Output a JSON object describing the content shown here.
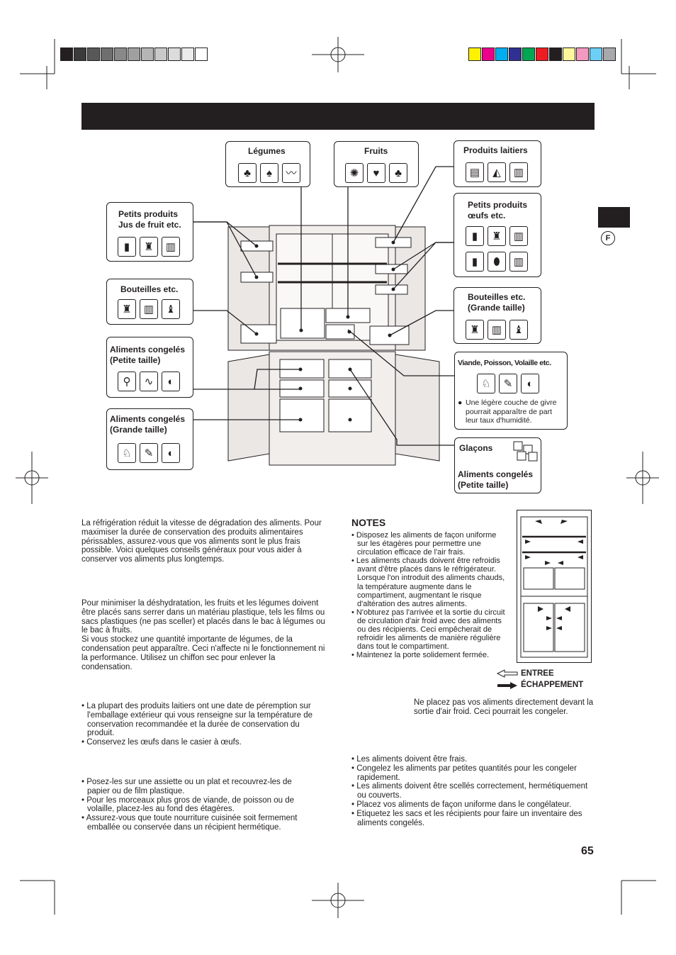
{
  "header": {
    "tab_letter": "F",
    "page_number": "65"
  },
  "colors": {
    "gray_swatches": [
      "#231f20",
      "#3b3b3b",
      "#585858",
      "#6f6f6f",
      "#898989",
      "#a0a0a0",
      "#b5b5b5",
      "#c9c9c9",
      "#dcdcdc",
      "#ebebeb",
      "#ffffff"
    ],
    "color_swatches": [
      "#fff200",
      "#ec008c",
      "#00aeef",
      "#2e3192",
      "#00a651",
      "#ed1c24",
      "#231f20",
      "#fff799",
      "#f49ac1",
      "#6dcff6",
      "#a7a9ac"
    ]
  },
  "labels": {
    "legumes": "Légumes",
    "fruits": "Fruits",
    "produits_laitiers": "Produits laitiers",
    "petits_produits_jus_1": "Petits produits",
    "petits_produits_jus_2": "Jus de fruit etc.",
    "petits_produits_oeufs_1": "Petits produits",
    "petits_produits_oeufs_2": "œufs etc.",
    "bouteilles": "Bouteilles etc.",
    "bouteilles_grande_1": "Bouteilles etc.",
    "bouteilles_grande_2": "(Grande taille)",
    "congeles_petite_1": "Aliments congelés",
    "congeles_petite_2": "(Petite taille)",
    "viande": "Viande, Poisson, Volaille etc.",
    "viande_note": "Une légère couche de givre pourrait apparaître de part leur taux d'humidité.",
    "congeles_grande_1": "Aliments congelés",
    "congeles_grande_2": "(Grande taille)",
    "glacons": "Glaçons",
    "glacons_congeles_1": "Aliments congelés",
    "glacons_congeles_2": "(Petite taille)"
  },
  "intro": "La réfrigération réduit la vitesse de dégradation des aliments. Pour maximiser la durée de conservation des produits alimentaires périssables, assurez-vous que vos aliments sont le plus frais possible. Voici quelques conseils généraux pour vous aider à conserver vos aliments plus longtemps.",
  "fruits_legumes": {
    "p1": "Pour minimiser la déshydratation, les fruits et les légumes doivent être placés sans serrer dans un matériau plastique, tels les films ou sacs plastiques (ne pas sceller) et placés dans le bac à légumes ou le bac à fruits.",
    "p2": "Si vous stockez une quantité importante de légumes, de la condensation peut apparaître. Ceci n'affecte ni le fonctionnement ni la performance. Utilisez un chiffon sec pour enlever la condensation."
  },
  "laitiers": [
    "La plupart des produits laitiers ont une date de péremption sur l'emballage extérieur qui vous renseigne sur la température de conservation recommandée et la durée de conservation du produit.",
    "Conservez les œufs dans le casier à œufs."
  ],
  "viandes": [
    "Posez-les sur une assiette ou un plat et recouvrez-les de papier ou de film plastique.",
    "Pour les morceaux plus gros de viande, de poisson ou de volaille, placez-les au fond des étagères.",
    "Assurez-vous que toute nourriture cuisinée soit fermement emballée ou conservée dans un récipient hermétique."
  ],
  "notes": {
    "title": "NOTES",
    "items": [
      "Disposez les aliments de façon uniforme sur les étagères pour permettre une circulation efficace de l'air frais.",
      "Les aliments chauds doivent être refroidis avant d'être placés dans le réfrigérateur. Lorsque l'on introduit des aliments chauds, la température augmente dans le compartiment, augmentant le risque d'altération des autres aliments.",
      "N'obturez pas l'arrivée et la sortie du circuit de circulation d'air froid avec des aliments ou des récipients. Ceci empêcherait de refroidir les aliments de manière régulière dans tout le compartiment.",
      "Maintenez la porte solidement fermée."
    ]
  },
  "legend": {
    "entree": "ENTREE",
    "echappement": "ÉCHAPPEMENT"
  },
  "air_note": "Ne placez pas vos aliments directement devant la sortie d'air froid. Ceci pourrait les congeler.",
  "congelation": [
    "Les aliments doivent être frais.",
    "Congelez les aliments par petites quantités pour les congeler rapidement.",
    "Les aliments doivent être scellés correctement, hermétiquement ou couverts.",
    "Placez vos aliments de façon uniforme dans le congélateur.",
    "Etiquetez les sacs et les récipients pour faire un inventaire des aliments congelés."
  ],
  "icons": {
    "legumes": [
      "broccoli-icon",
      "pepper-icon",
      "cucumber-icon"
    ],
    "fruits": [
      "orange-slice-icon",
      "strawberry-icon",
      "cherry-icon"
    ],
    "laitiers": [
      "yogurt-icon",
      "cheese-icon",
      "milk-carton-icon"
    ],
    "jus": [
      "can-icon",
      "bottle-icon",
      "carton-icon"
    ],
    "oeufs_row1": [
      "can-icon",
      "bottle-icon",
      "carton-icon"
    ],
    "oeufs_row2": [
      "can-icon",
      "egg-icon",
      "carton-icon"
    ],
    "bouteilles": [
      "bottle-icon",
      "carton-icon",
      "wine-bottle-icon"
    ],
    "bouteilles_grande": [
      "jug-icon",
      "carton-icon",
      "wine-bottle-icon"
    ],
    "congeles_petite": [
      "chicken-leg-icon",
      "shrimp-icon",
      "fish-icon"
    ],
    "viande": [
      "poultry-icon",
      "meat-icon",
      "fish-icon"
    ],
    "congeles_grande": [
      "poultry-icon",
      "meat-icon",
      "fish-icon"
    ]
  },
  "glyphs": {
    "broccoli-icon": "♣",
    "pepper-icon": "♠",
    "cucumber-icon": "〰",
    "orange-slice-icon": "✺",
    "strawberry-icon": "♥",
    "cherry-icon": "♣",
    "yogurt-icon": "▤",
    "cheese-icon": "◭",
    "milk-carton-icon": "▥",
    "can-icon": "▮",
    "bottle-icon": "♜",
    "carton-icon": "▥",
    "egg-icon": "⬮",
    "wine-bottle-icon": "♝",
    "jug-icon": "♜",
    "chicken-leg-icon": "⚲",
    "shrimp-icon": "∿",
    "fish-icon": "◐",
    "poultry-icon": "♘",
    "meat-icon": "✎"
  }
}
